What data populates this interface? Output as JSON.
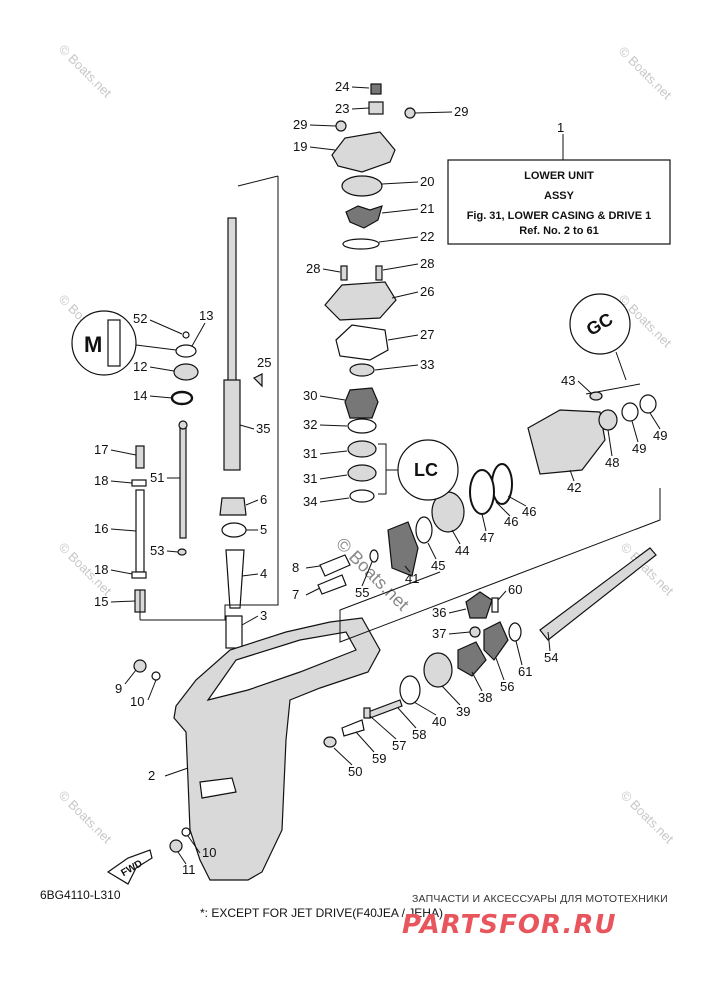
{
  "title_box": {
    "ref": "1",
    "line1": "LOWER UNIT",
    "line2": "ASSY",
    "line3": "Fig. 31, LOWER CASING & DRIVE 1",
    "line4": "Ref. No. 2 to 61"
  },
  "part_code": "6BG4110-L310",
  "footnote": "*: EXCEPT FOR JET DRIVE(F40JEA / JEHA)",
  "shop_caption": "ЗАПЧАСТИ И АКСЕССУАРЫ ДЛЯ МОТОТЕХНИКИ",
  "shop_logo": "PARTSFOR.RU",
  "watermark": "© Boats.net",
  "fwd_label": "FWD",
  "inset_labels": {
    "m": "M",
    "gc": "GC",
    "lc": "LC"
  },
  "callouts": [
    "24",
    "23",
    "29",
    "29",
    "19",
    "20",
    "21",
    "22",
    "28",
    "28",
    "26",
    "27",
    "33",
    "30",
    "32",
    "31",
    "31",
    "34",
    "52",
    "13",
    "12",
    "14",
    "25",
    "35",
    "17",
    "18",
    "51",
    "16",
    "53",
    "18",
    "15",
    "6",
    "5",
    "4",
    "3",
    "8",
    "7",
    "9",
    "10",
    "2",
    "10",
    "11",
    "1",
    "43",
    "48",
    "49",
    "49",
    "42",
    "46",
    "46",
    "47",
    "44",
    "45",
    "41",
    "55",
    "60",
    "36",
    "37",
    "61",
    "54",
    "56",
    "38",
    "39",
    "40",
    "57",
    "58",
    "59",
    "50"
  ]
}
